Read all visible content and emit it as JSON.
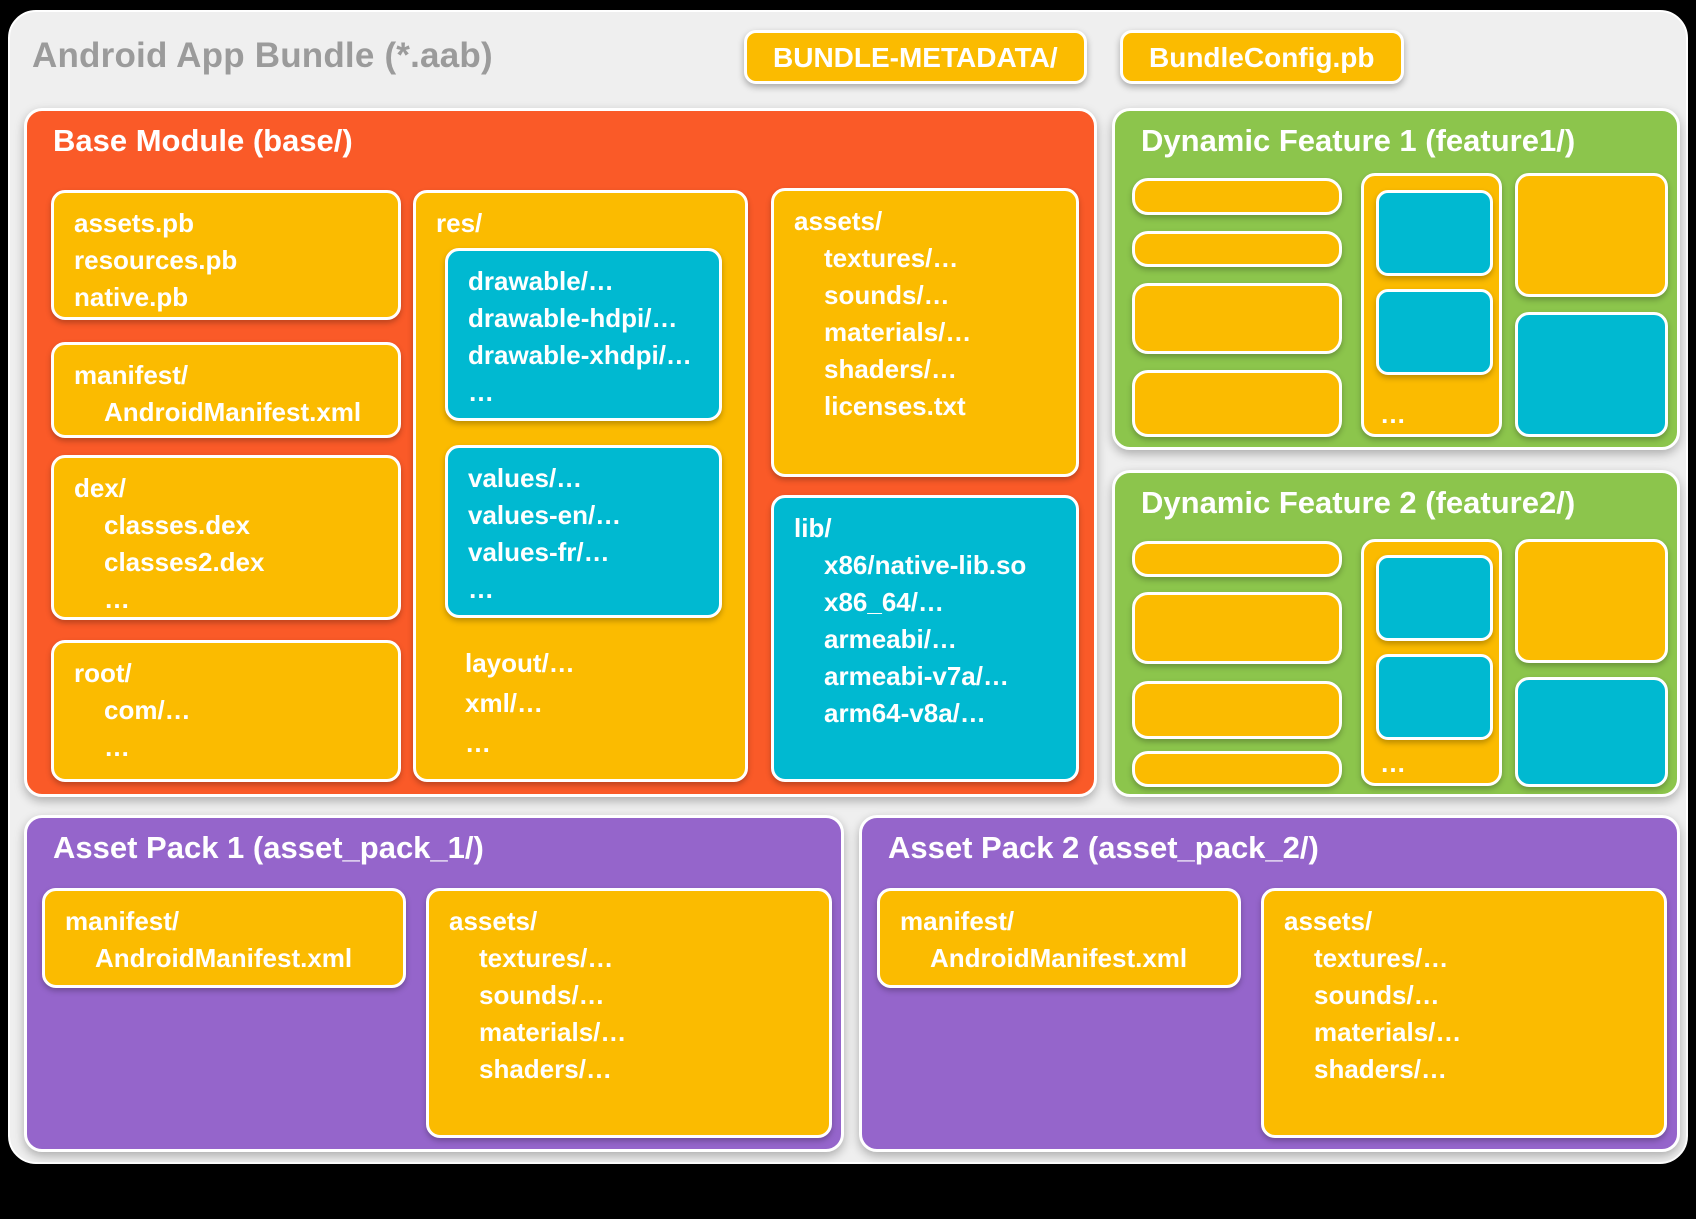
{
  "header": {
    "title": "Android App Bundle (*.aab)",
    "badges": [
      {
        "label": "BUNDLE-METADATA/"
      },
      {
        "label": "BundleConfig.pb"
      }
    ]
  },
  "base_module": {
    "title": "Base Module (base/)",
    "col1": {
      "pb_box": [
        "assets.pb",
        "resources.pb",
        "native.pb"
      ],
      "manifest_box": {
        "header": "manifest/",
        "children": [
          "AndroidManifest.xml"
        ]
      },
      "dex_box": {
        "header": "dex/",
        "children": [
          "classes.dex",
          "classes2.dex",
          "…"
        ]
      },
      "root_box": {
        "header": "root/",
        "children": [
          "com/…",
          "…"
        ]
      }
    },
    "res_box": {
      "header": "res/",
      "drawable_box": [
        "drawable/…",
        "drawable-hdpi/…",
        "drawable-xhdpi/…",
        "…"
      ],
      "values_box": [
        "values/…",
        "values-en/…",
        "values-fr/…",
        "…"
      ],
      "extra_lines": [
        "layout/…",
        "xml/…",
        "…"
      ]
    },
    "assets_box": {
      "header": "assets/",
      "children": [
        "textures/…",
        "sounds/…",
        "materials/…",
        "shaders/…",
        "licenses.txt"
      ]
    },
    "lib_box": {
      "header": "lib/",
      "children": [
        "x86/native-lib.so",
        "x86_64/…",
        "armeabi/…",
        "armeabi-v7a/…",
        "arm64-v8a/…"
      ]
    }
  },
  "dynamic_features": [
    {
      "title": "Dynamic Feature 1 (feature1/)",
      "ellipsis": "…"
    },
    {
      "title": "Dynamic Feature 2 (feature2/)",
      "ellipsis": "…"
    }
  ],
  "asset_packs": [
    {
      "title": "Asset Pack 1 (asset_pack_1/)",
      "manifest": {
        "header": "manifest/",
        "children": [
          "AndroidManifest.xml"
        ]
      },
      "assets": {
        "header": "assets/",
        "children": [
          "textures/…",
          "sounds/…",
          "materials/…",
          "shaders/…"
        ]
      }
    },
    {
      "title": "Asset Pack 2 (asset_pack_2/)",
      "manifest": {
        "header": "manifest/",
        "children": [
          "AndroidManifest.xml"
        ]
      },
      "assets": {
        "header": "assets/",
        "children": [
          "textures/…",
          "sounds/…",
          "materials/…",
          "shaders/…"
        ]
      }
    }
  ],
  "colors": {
    "page": "#000000",
    "card": "#EFEFEF",
    "title_gray": "#9B9B9B",
    "orange": "#FA5A28",
    "yellow": "#FBBB00",
    "cyan": "#00B9D1",
    "green": "#8CC54C",
    "purple": "#9565CB"
  }
}
